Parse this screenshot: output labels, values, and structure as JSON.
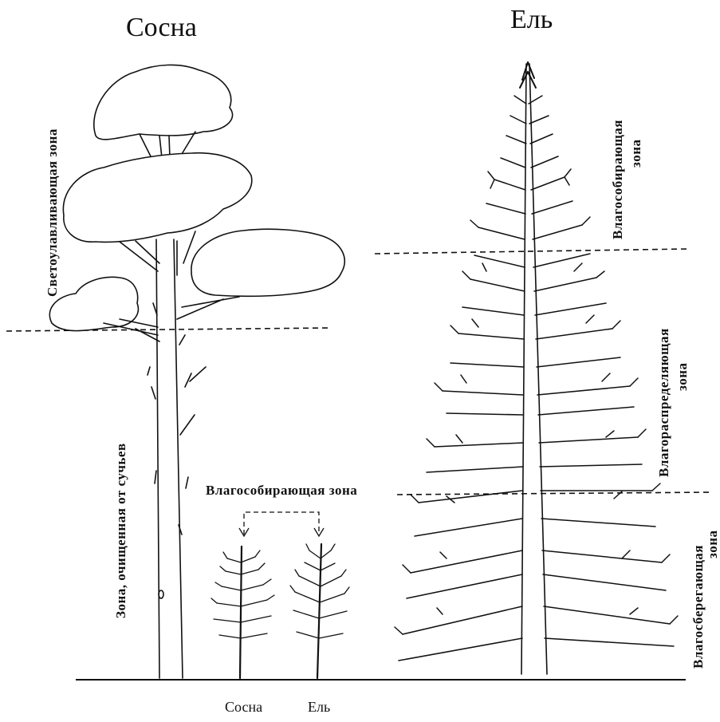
{
  "titles": {
    "pine": "Сосна",
    "spruce": "Ель"
  },
  "pine_zones": {
    "light": "Светоулавливающая зона",
    "cleared": "Зона, очищенная от сучьев"
  },
  "young_trees": {
    "heading": "Влагособирающая зона",
    "pine": "Сосна",
    "spruce": "Ель"
  },
  "spruce_zones": {
    "collect_1": "Влагособирающая",
    "collect_2": "зона",
    "distribute_1": "Влагораспределяющая",
    "distribute_2": "зона",
    "preserve_1": "Влагосберегающая",
    "preserve_2": "зона"
  },
  "colors": {
    "ink": "#111111",
    "background": "#ffffff"
  }
}
